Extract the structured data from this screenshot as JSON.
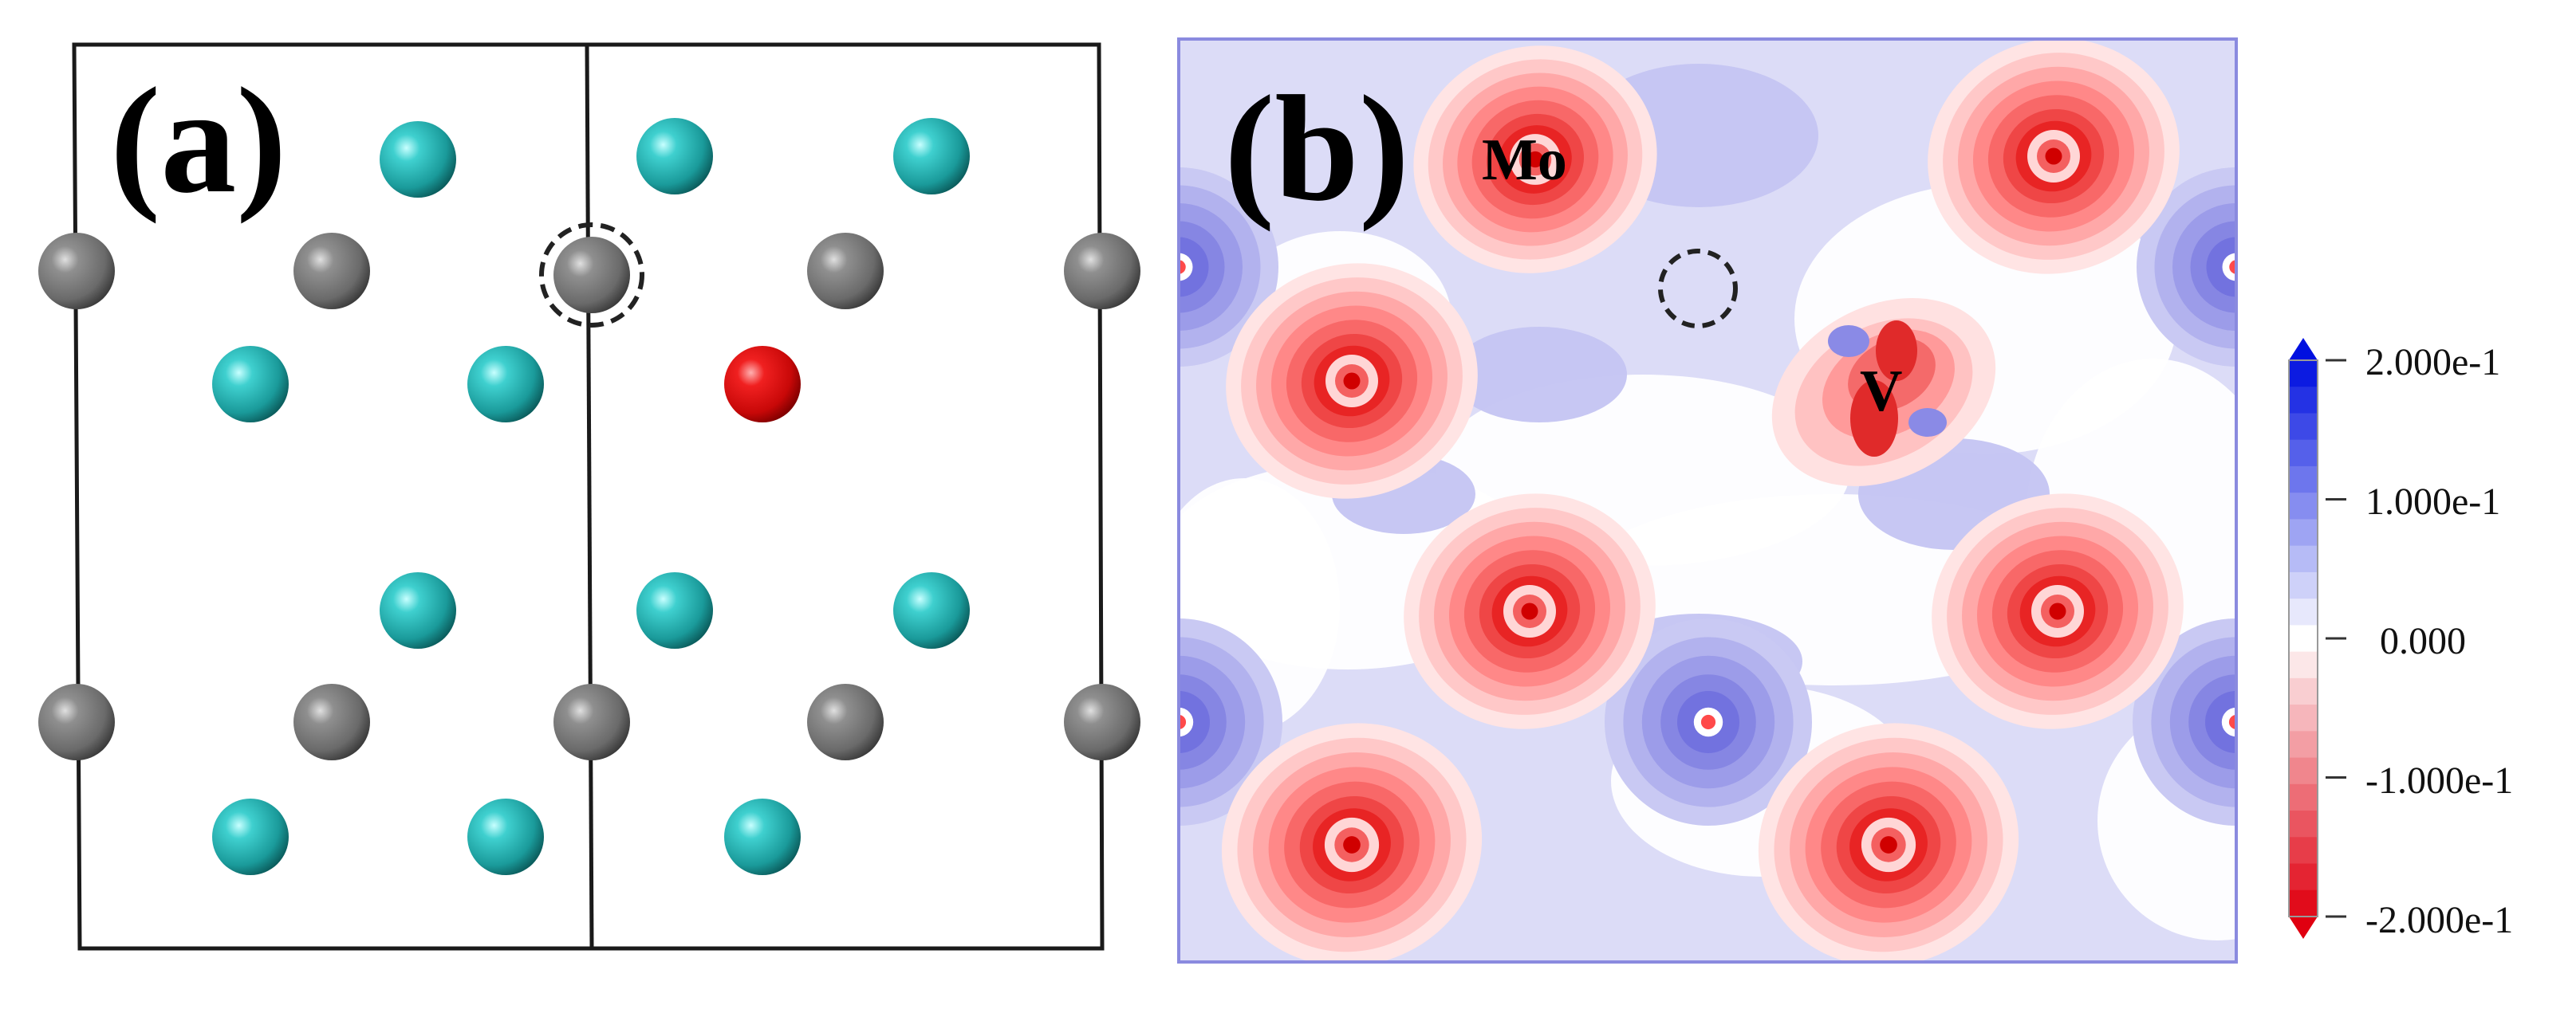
{
  "panel_a": {
    "label": "(a)",
    "atom_colors": {
      "Mo": "#2bb3b3",
      "S": "#7a7a7a",
      "V": "#e01010"
    }
  },
  "panel_b": {
    "label": "(b)",
    "label_mo": "Mo",
    "label_v": "V"
  },
  "colorbar": {
    "ticks": [
      "2.000e-1",
      "1.000e-1",
      "0.000",
      "-1.000e-1",
      "-2.000e-1"
    ],
    "max_color": "#0010e0",
    "min_color": "#e00010",
    "mid_color": "#ffffff",
    "levels": 21
  }
}
